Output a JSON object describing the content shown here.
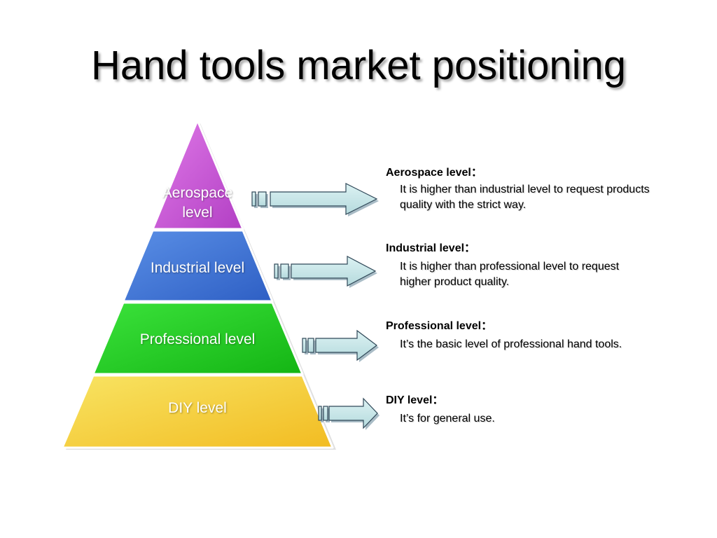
{
  "title": "Hand tools market positioning",
  "tiers": [
    {
      "label": "Aerospace level",
      "color": "#c94fd6"
    },
    {
      "label": "Industrial level",
      "color": "#3c71d6"
    },
    {
      "label": "Professional level",
      "color": "#1fcf1f"
    },
    {
      "label": "DIY level",
      "color": "#f5d43a"
    }
  ],
  "descriptions": [
    {
      "heading": "Aerospace level：",
      "text": "It is higher than industrial level to request products quality with the strict way."
    },
    {
      "heading": "Industrial level：",
      "text": "It is higher than professional level to request higher product quality."
    },
    {
      "heading": "Professional level：",
      "text": "It’s the basic level of professional hand tools."
    },
    {
      "heading": "DIY level：",
      "text": "It’s for general use."
    }
  ],
  "arrow_color": "#c8e8ea"
}
